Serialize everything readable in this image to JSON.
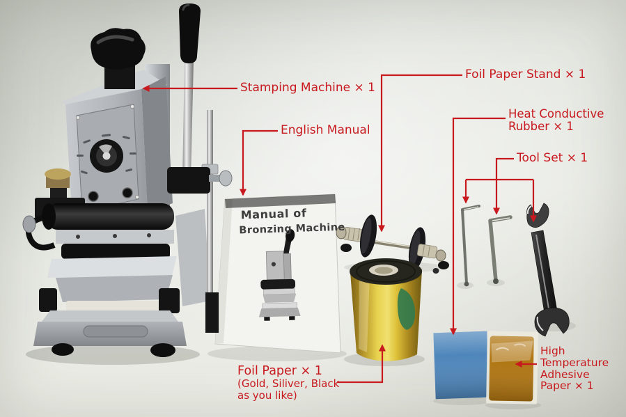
{
  "annotations": {
    "stamping_machine": {
      "label": "Stamping Machine × 1"
    },
    "foil_paper_stand": {
      "label": "Foil Paper Stand × 1"
    },
    "english_manual": {
      "label": "English Manual"
    },
    "heat_conductive_rubber": {
      "lines": [
        "Heat Conductive",
        "Rubber × 1"
      ]
    },
    "tool_set": {
      "label": "Tool Set × 1"
    },
    "foil_paper": {
      "lines": [
        "Foil Paper × 1",
        "(Gold, Siliver, Black",
        "as you like)"
      ]
    },
    "adhesive_paper": {
      "lines": [
        "High",
        "Temperature",
        "Adhesive",
        "Paper × 1"
      ]
    }
  },
  "manual_cover": {
    "lines": [
      "Manual of",
      "Bronzing Machine"
    ]
  },
  "colors": {
    "annotation_red": "#c8191f",
    "foil_gold": "#f0e170",
    "rubber_blue": "#4e86bb",
    "adhesive_amber": "#b07511"
  }
}
